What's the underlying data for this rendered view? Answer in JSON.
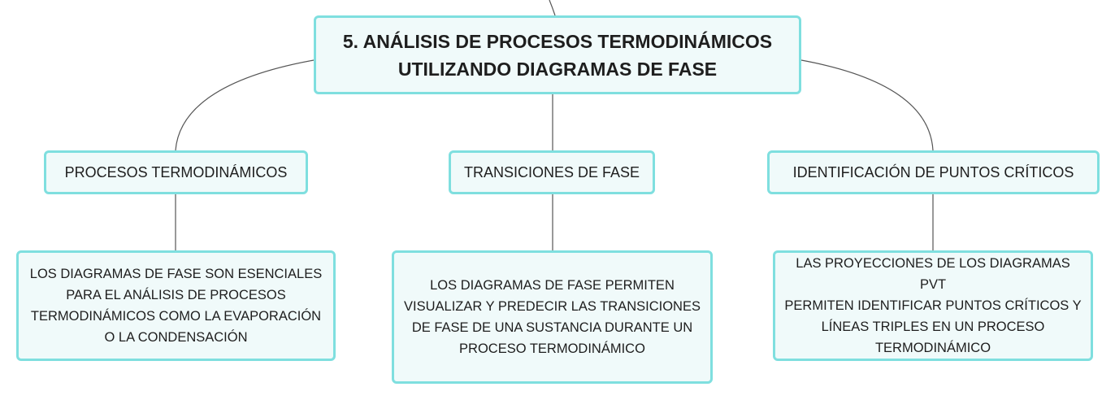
{
  "root": {
    "title_line1": "5. ANÁLISIS DE PROCESOS TERMODINÁMICOS",
    "title_line2": "UTILIZANDO DIAGRAMAS DE FASE"
  },
  "branches": [
    {
      "topic": "PROCESOS TERMODINÁMICOS",
      "description_lines": [
        "LOS DIAGRAMAS DE FASE SON ESENCIALES",
        "PARA EL ANÁLISIS DE PROCESOS",
        "TERMODINÁMICOS COMO LA EVAPORACIÓN",
        "O LA CONDENSACIÓN"
      ]
    },
    {
      "topic": "TRANSICIONES DE FASE",
      "description_lines": [
        "LOS DIAGRAMAS DE FASE PERMITEN",
        "VISUALIZAR Y PREDECIR LAS TRANSICIONES",
        "DE FASE DE UNA SUSTANCIA DURANTE UN",
        "PROCESO TERMODINÁMICO"
      ]
    },
    {
      "topic": "IDENTIFICACIÓN DE PUNTOS CRÍTICOS",
      "description_lines": [
        "LAS PROYECCIONES DE LOS DIAGRAMAS PVT",
        "PERMITEN IDENTIFICAR PUNTOS CRÍTICOS Y",
        "LÍNEAS TRIPLES EN UN PROCESO",
        "TERMODINÁMICO"
      ]
    }
  ],
  "colors": {
    "node_border": "#7fdfdf",
    "node_fill": "#f0fafa",
    "text": "#1e1e1e",
    "connector": "#555555"
  }
}
